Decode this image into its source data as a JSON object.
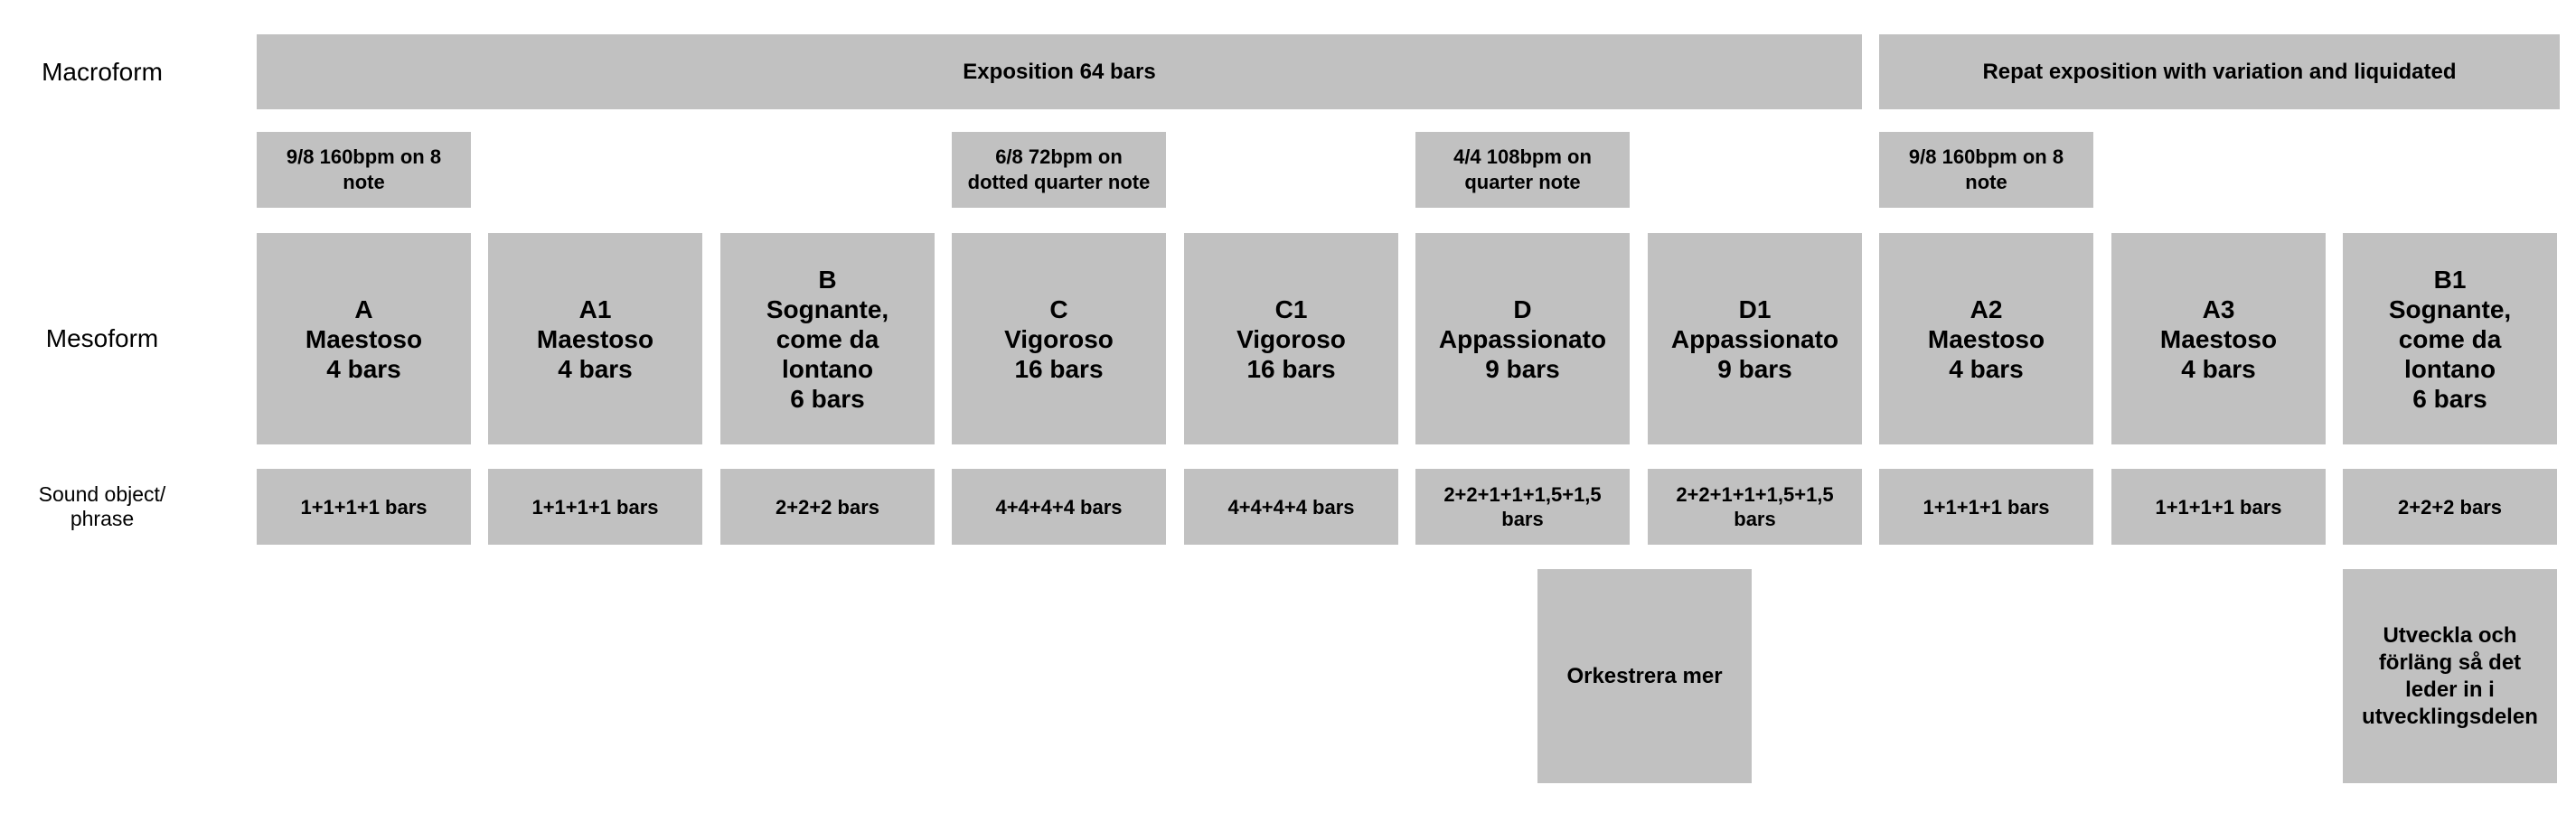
{
  "colors": {
    "background": "#FFFFFF",
    "box_gray": "#C1C1C1",
    "text": "#000000"
  },
  "row_labels": {
    "macroform": "Macroform",
    "mesoform": "Mesoform",
    "sound_object": "Sound object/\nphrase"
  },
  "macroform": {
    "exposition": "Exposition 64 bars",
    "repeat": "Repat exposition with variation and liquidated"
  },
  "tempo_boxes": [
    {
      "label": "9/8 160bpm on 8\nnote"
    },
    {
      "label": "6/8 72bpm on\ndotted quarter note"
    },
    {
      "label": "4/4 108bpm on\nquarter note"
    },
    {
      "label": "9/8 160bpm on 8\nnote"
    }
  ],
  "mesoform_boxes": [
    {
      "label": "A\nMaestoso\n4 bars"
    },
    {
      "label": "A1\nMaestoso\n4 bars"
    },
    {
      "label": "B\nSognante,\ncome da\nlontano\n6 bars"
    },
    {
      "label": "C\nVigoroso\n16 bars"
    },
    {
      "label": "C1\nVigoroso\n16 bars"
    },
    {
      "label": "D\nAppassionato\n9 bars"
    },
    {
      "label": "D1\nAppassionato\n9 bars"
    },
    {
      "label": "A2\nMaestoso\n4 bars"
    },
    {
      "label": "A3\nMaestoso\n4 bars"
    },
    {
      "label": "B1\nSognante,\ncome da\nlontano\n6 bars"
    }
  ],
  "sound_boxes": [
    "1+1+1+1 bars",
    "1+1+1+1 bars",
    "2+2+2 bars",
    "4+4+4+4 bars",
    "4+4+4+4 bars",
    "2+2+1+1+1,5+1,5\nbars",
    "2+2+1+1+1,5+1,5\nbars",
    "1+1+1+1 bars",
    "1+1+1+1 bars",
    "2+2+2 bars"
  ],
  "annotations": {
    "orchestrate": "Orkestrera mer",
    "develop": "Utveckla och\nförläng så det\nleder in i\nutvecklingsdelen"
  }
}
